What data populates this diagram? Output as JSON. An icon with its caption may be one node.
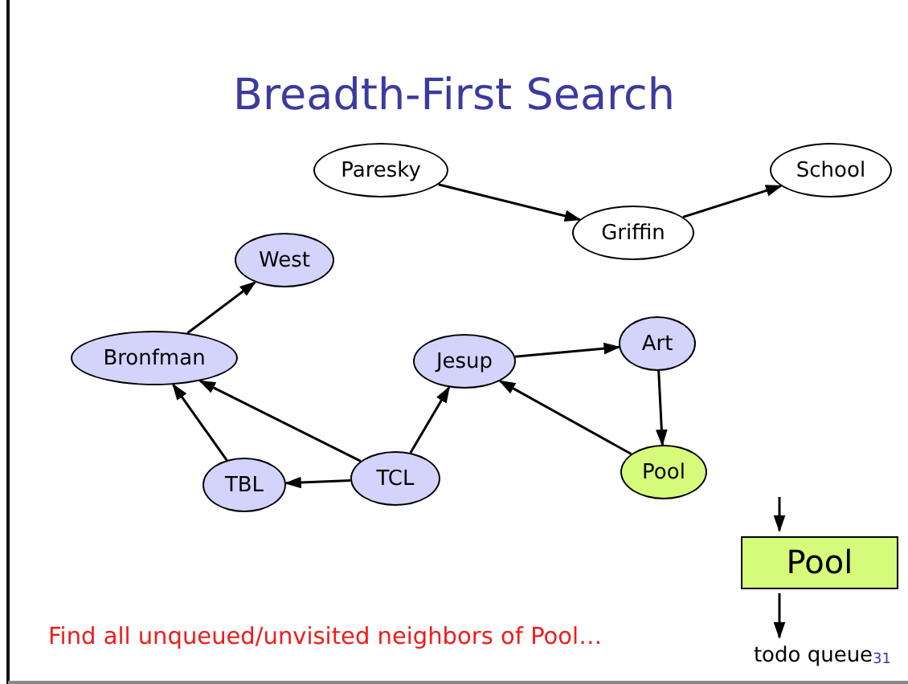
{
  "diagram": {
    "title": "Breadth-First Search",
    "nodes": [
      {
        "text": [
          "Paresky"
        ]
      },
      {
        "text": [
          "Griffin"
        ]
      },
      {
        "text": [
          "School"
        ]
      },
      {
        "text": [
          "West"
        ]
      },
      {
        "text": [
          "Bronfman"
        ]
      },
      {
        "text": [
          "Jesup"
        ]
      },
      {
        "text": [
          "Art"
        ]
      },
      {
        "text": [
          "TBL"
        ]
      },
      {
        "text": [
          "TCL"
        ]
      },
      {
        "text": [
          "Pool"
        ]
      },
      {
        "text": [
          "Pool"
        ]
      },
      {
        "text": [
          "todo queue"
        ]
      }
    ],
    "edges": [
      {
        "from": 0,
        "to": 1,
        "arrow": "to"
      },
      {
        "from": 1,
        "to": 2,
        "arrow": "to"
      },
      {
        "from": 4,
        "to": 3,
        "arrow": "to"
      },
      {
        "from": 7,
        "to": 4,
        "arrow": "to"
      },
      {
        "from": 8,
        "to": 4,
        "arrow": "to"
      },
      {
        "from": 8,
        "to": 7,
        "arrow": "to"
      },
      {
        "from": 8,
        "to": 5,
        "arrow": "to"
      },
      {
        "from": 5,
        "to": 6,
        "arrow": "to"
      },
      {
        "from": 6,
        "to": 9,
        "arrow": "to"
      },
      {
        "from": 9,
        "to": 5,
        "arrow": "to"
      },
      {
        "from": null,
        "to": 10,
        "arrow": "to"
      },
      {
        "from": 10,
        "to": 11,
        "arrow": "to"
      }
    ],
    "labels": [
      "Find all unqueued/unvisited neighbors of Pool…",
      "31"
    ]
  }
}
